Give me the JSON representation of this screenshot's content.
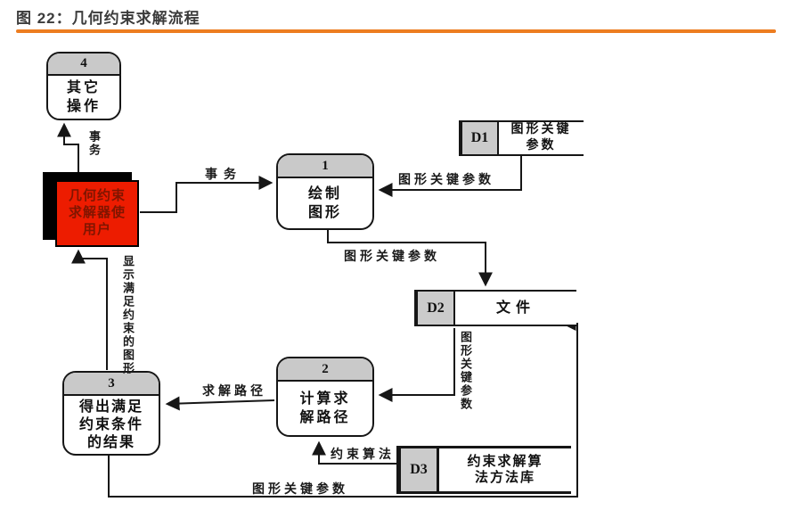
{
  "page": {
    "title": "图 22：几何约束求解流程"
  },
  "colors": {
    "accent_rule": "#ED7D20",
    "process_header": "#C9C9C9",
    "store_cell": "#CBCBCB",
    "entity_fill": "#ED1C00",
    "entity_text": "#801500",
    "line": "#161616",
    "title_text": "#3C3C3C"
  },
  "processes": {
    "p4": {
      "number": "4",
      "line1": "其它",
      "line2": "操作"
    },
    "p1": {
      "number": "1",
      "line1": "绘制",
      "line2": "图形"
    },
    "p2": {
      "number": "2",
      "line1": "计算求",
      "line2": "解路径"
    },
    "p3": {
      "number": "3",
      "line1": "得出满足",
      "line2": "约束条件",
      "line3": "的结果"
    }
  },
  "entity": {
    "line1": "几何约束",
    "line2": "求解器使",
    "line3": "用户"
  },
  "stores": {
    "d1": {
      "id": "D1",
      "line1": "图形关键",
      "line2": "参数"
    },
    "d2": {
      "id": "D2",
      "line1": "文件"
    },
    "d3": {
      "id": "D3",
      "line1": "约束求解算",
      "line2": "法方法库"
    }
  },
  "flows": {
    "transaction_to_p4": "事务",
    "transaction_to_p1": "事务",
    "d1_to_p1": "图形关键参数",
    "p1_to_d2": "图形关键参数",
    "d2_to_p2": "图形关键参数",
    "p2_to_p3": "求解路径",
    "d3_to_p2": "约束算法",
    "p3_to_d2": "图形关键参数",
    "p3_to_entity": "显示满足约束的图形"
  }
}
